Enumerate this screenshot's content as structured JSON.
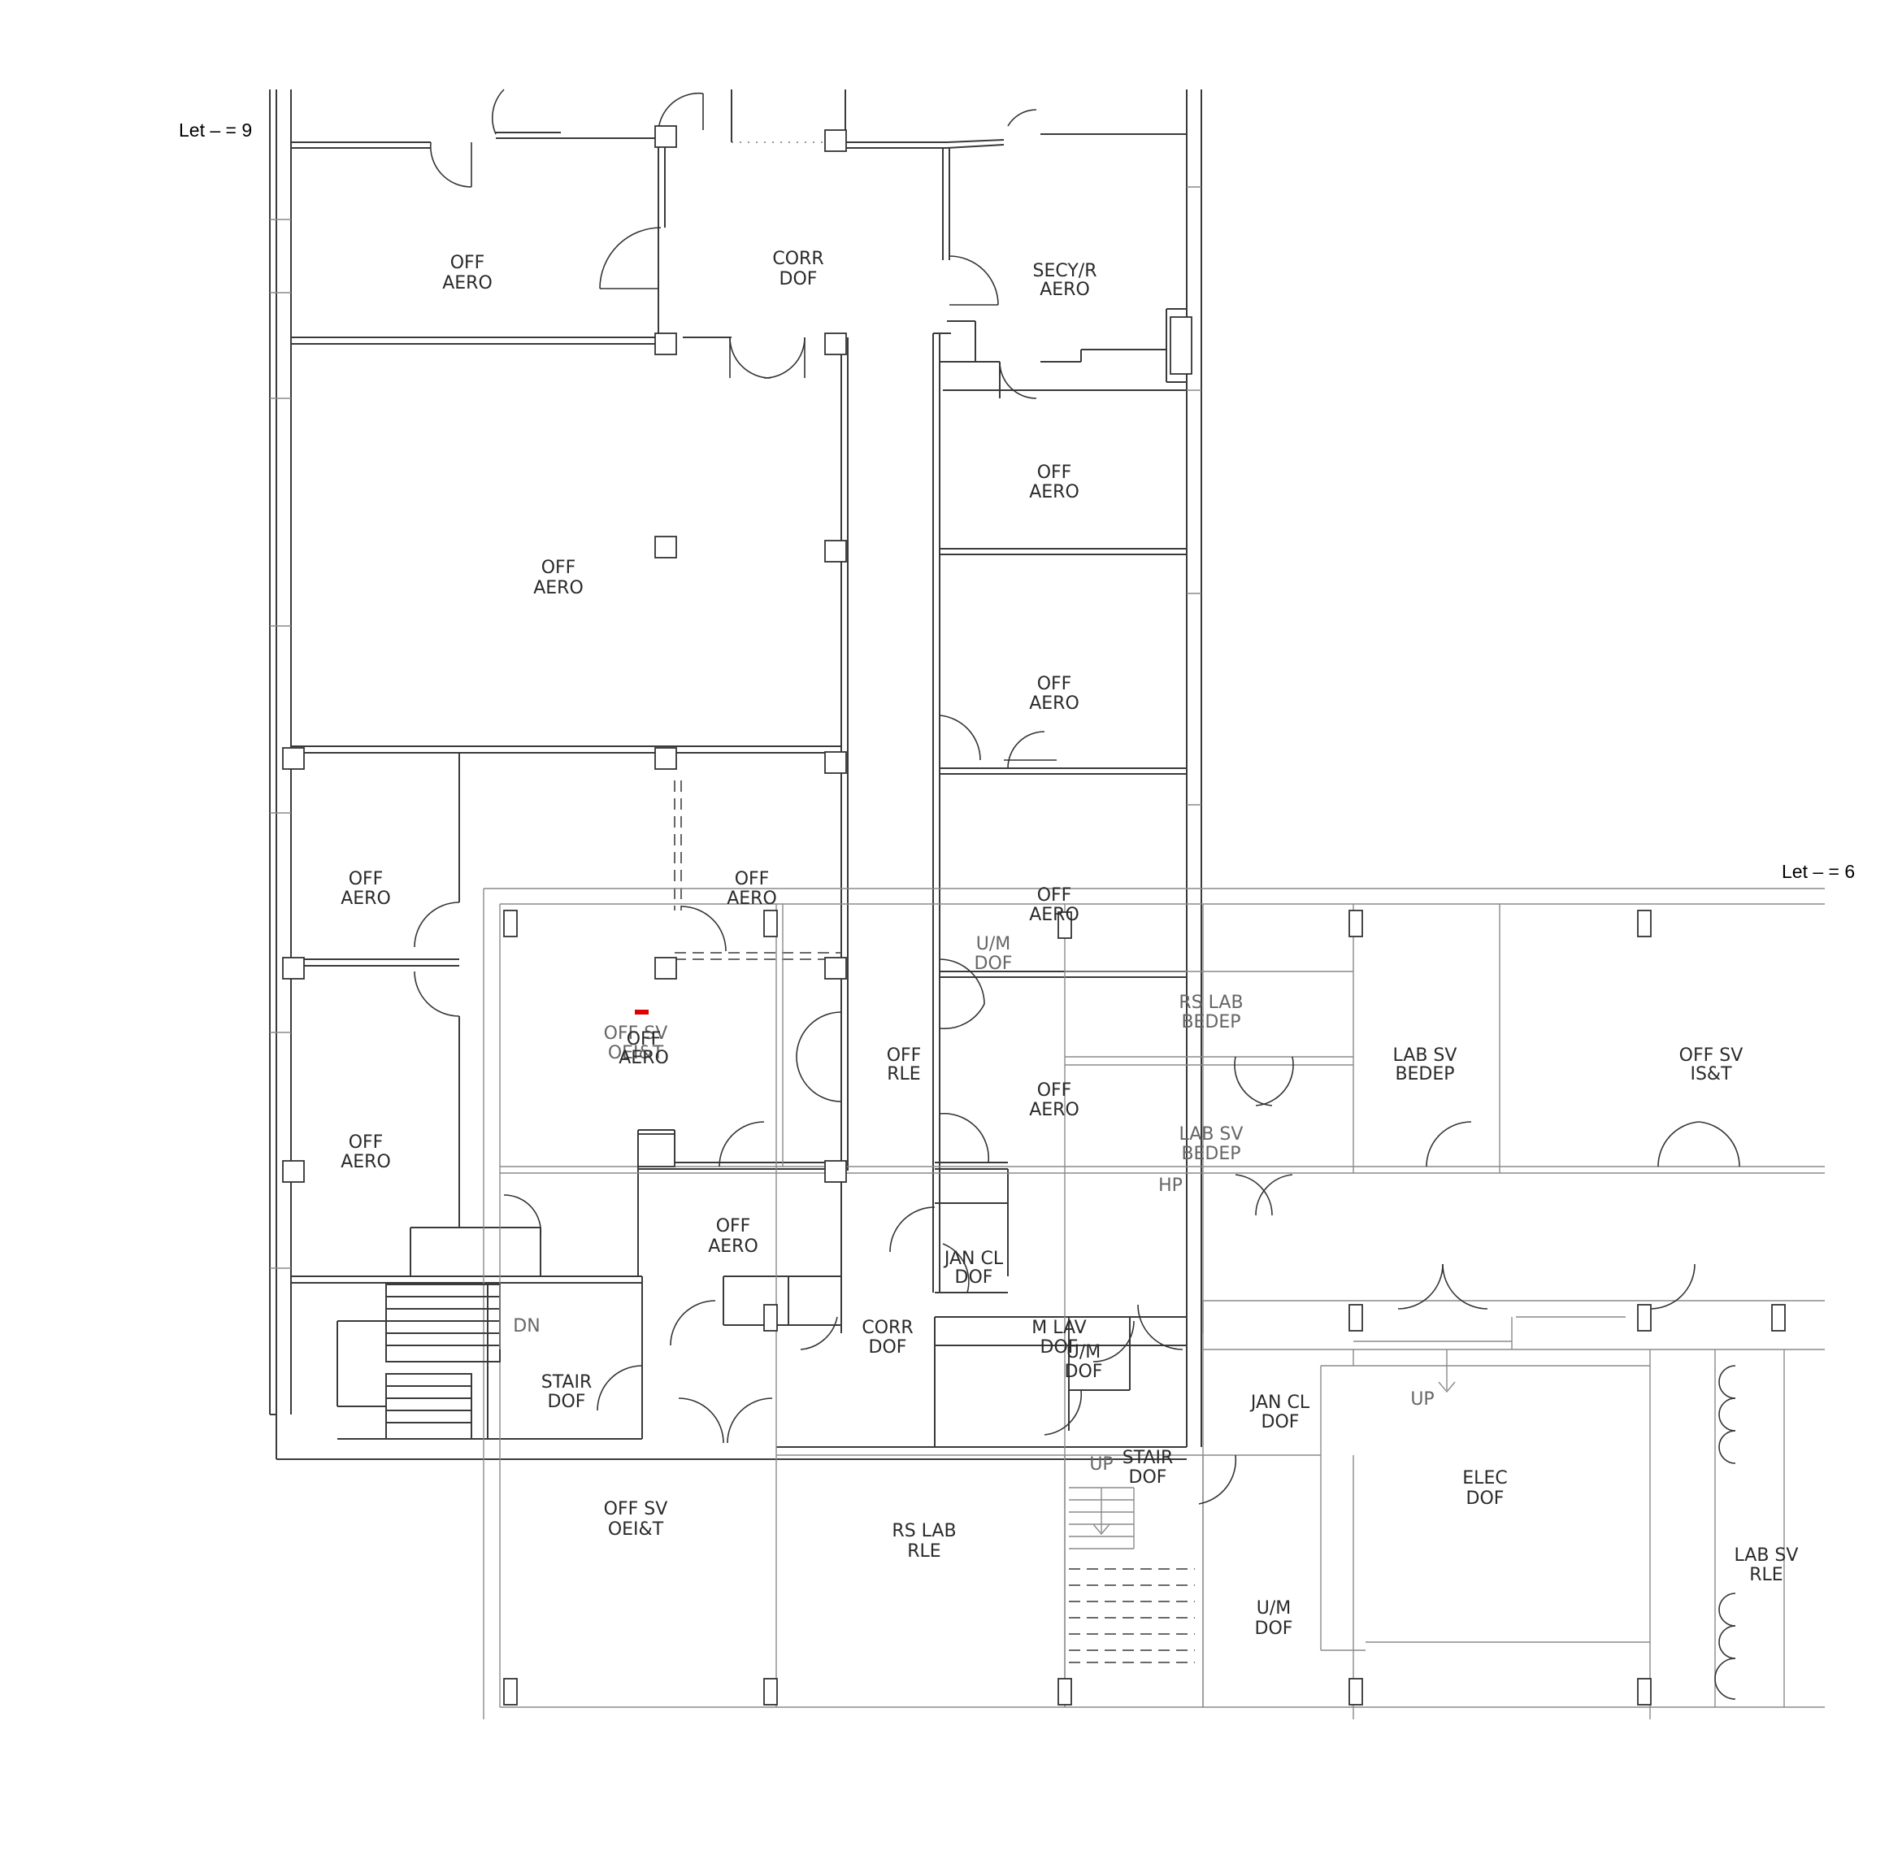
{
  "level_labels": {
    "upper_left": "Let – = 9",
    "right": "Let – = 6"
  },
  "rooms": [
    {
      "id": "r1",
      "line1": "OFF",
      "line2": "AERO"
    },
    {
      "id": "r2",
      "line1": "CORR",
      "line2": "DOF"
    },
    {
      "id": "r3",
      "line1": "SECY/R",
      "line2": "AERO"
    },
    {
      "id": "r4",
      "line1": "OFF",
      "line2": "AERO"
    },
    {
      "id": "r5",
      "line1": "OFF",
      "line2": "AERO"
    },
    {
      "id": "r6",
      "line1": "OFF",
      "line2": "AERO"
    },
    {
      "id": "r7",
      "line1": "OFF",
      "line2": "AERO"
    },
    {
      "id": "r8",
      "line1": "OFF",
      "line2": "AERO"
    },
    {
      "id": "r9",
      "line1": "OFF",
      "line2": "AERO"
    },
    {
      "id": "r10",
      "line1": "U/M",
      "line2": "DOF"
    },
    {
      "id": "r11",
      "line1": "OFF SV",
      "line2": "OEI&T"
    },
    {
      "id": "r12",
      "line1": "OFF",
      "line2": "AERO"
    },
    {
      "id": "r13",
      "line1": "OFF",
      "line2": "RLE"
    },
    {
      "id": "r14",
      "line1": "RS LAB",
      "line2": "BEDEP"
    },
    {
      "id": "r15",
      "line1": "LAB SV",
      "line2": "BEDEP"
    },
    {
      "id": "r16",
      "line1": "OFF SV",
      "line2": "IS&T"
    },
    {
      "id": "r17",
      "line1": "OFF",
      "line2": "AERO"
    },
    {
      "id": "r18",
      "line1": "OFF",
      "line2": "AERO"
    },
    {
      "id": "r19",
      "line1": "LAB SV",
      "line2": "BEDEP"
    },
    {
      "id": "r20",
      "line1": "OFF",
      "line2": "AERO"
    },
    {
      "id": "r21",
      "line1": "JAN CL",
      "line2": "DOF"
    },
    {
      "id": "r22",
      "line1": "CORR",
      "line2": "DOF"
    },
    {
      "id": "r23",
      "line1": "M LAV",
      "line2": "DOF"
    },
    {
      "id": "r24",
      "line1": "U/M",
      "line2": "DOF"
    },
    {
      "id": "r25",
      "line1": "STAIR",
      "line2": "DOF"
    },
    {
      "id": "r26",
      "line1": "JAN CL",
      "line2": "DOF"
    },
    {
      "id": "r27",
      "line1": "STAIR",
      "line2": "DOF"
    },
    {
      "id": "r28",
      "line1": "ELEC",
      "line2": "DOF"
    },
    {
      "id": "r29",
      "line1": "OFF SV",
      "line2": "OEI&T"
    },
    {
      "id": "r30",
      "line1": "RS LAB",
      "line2": "RLE"
    },
    {
      "id": "r31",
      "line1": "U/M",
      "line2": "DOF"
    },
    {
      "id": "r32",
      "line1": "LAB SV",
      "line2": "RLE"
    }
  ],
  "annotations": {
    "dn": "DN",
    "hp": "HP",
    "up_a": "UP",
    "up_b": "UP"
  }
}
